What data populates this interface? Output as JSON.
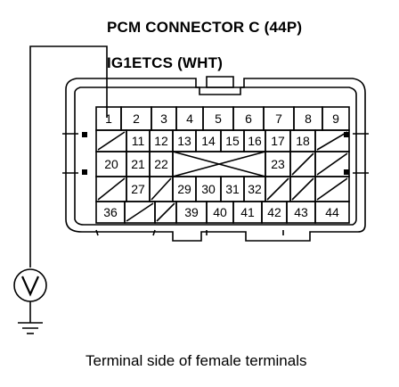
{
  "title": "PCM CONNECTOR C (44P)",
  "wire_label": "IG1ETCS (WHT)",
  "caption": "Terminal side of female terminals",
  "meter": {
    "icon": "voltmeter-icon",
    "symbol": "V"
  },
  "ground_icon": "ground-icon",
  "probe_terminal": "1",
  "rows": [
    [
      "1",
      "2",
      "3",
      "4",
      "5",
      "6",
      "7",
      "8",
      "9"
    ],
    [
      "",
      "11",
      "12",
      "13",
      "14",
      "15",
      "16",
      "17",
      "18",
      ""
    ],
    [
      "20",
      "21",
      "22",
      "",
      "",
      "",
      "",
      "23",
      "",
      ""
    ],
    [
      "",
      "27",
      "",
      "29",
      "30",
      "31",
      "32",
      "",
      "",
      ""
    ],
    [
      "36",
      "",
      "",
      "39",
      "40",
      "41",
      "42",
      "43",
      "44"
    ]
  ],
  "colors": {
    "ink": "#000000",
    "paper": "#ffffff"
  }
}
